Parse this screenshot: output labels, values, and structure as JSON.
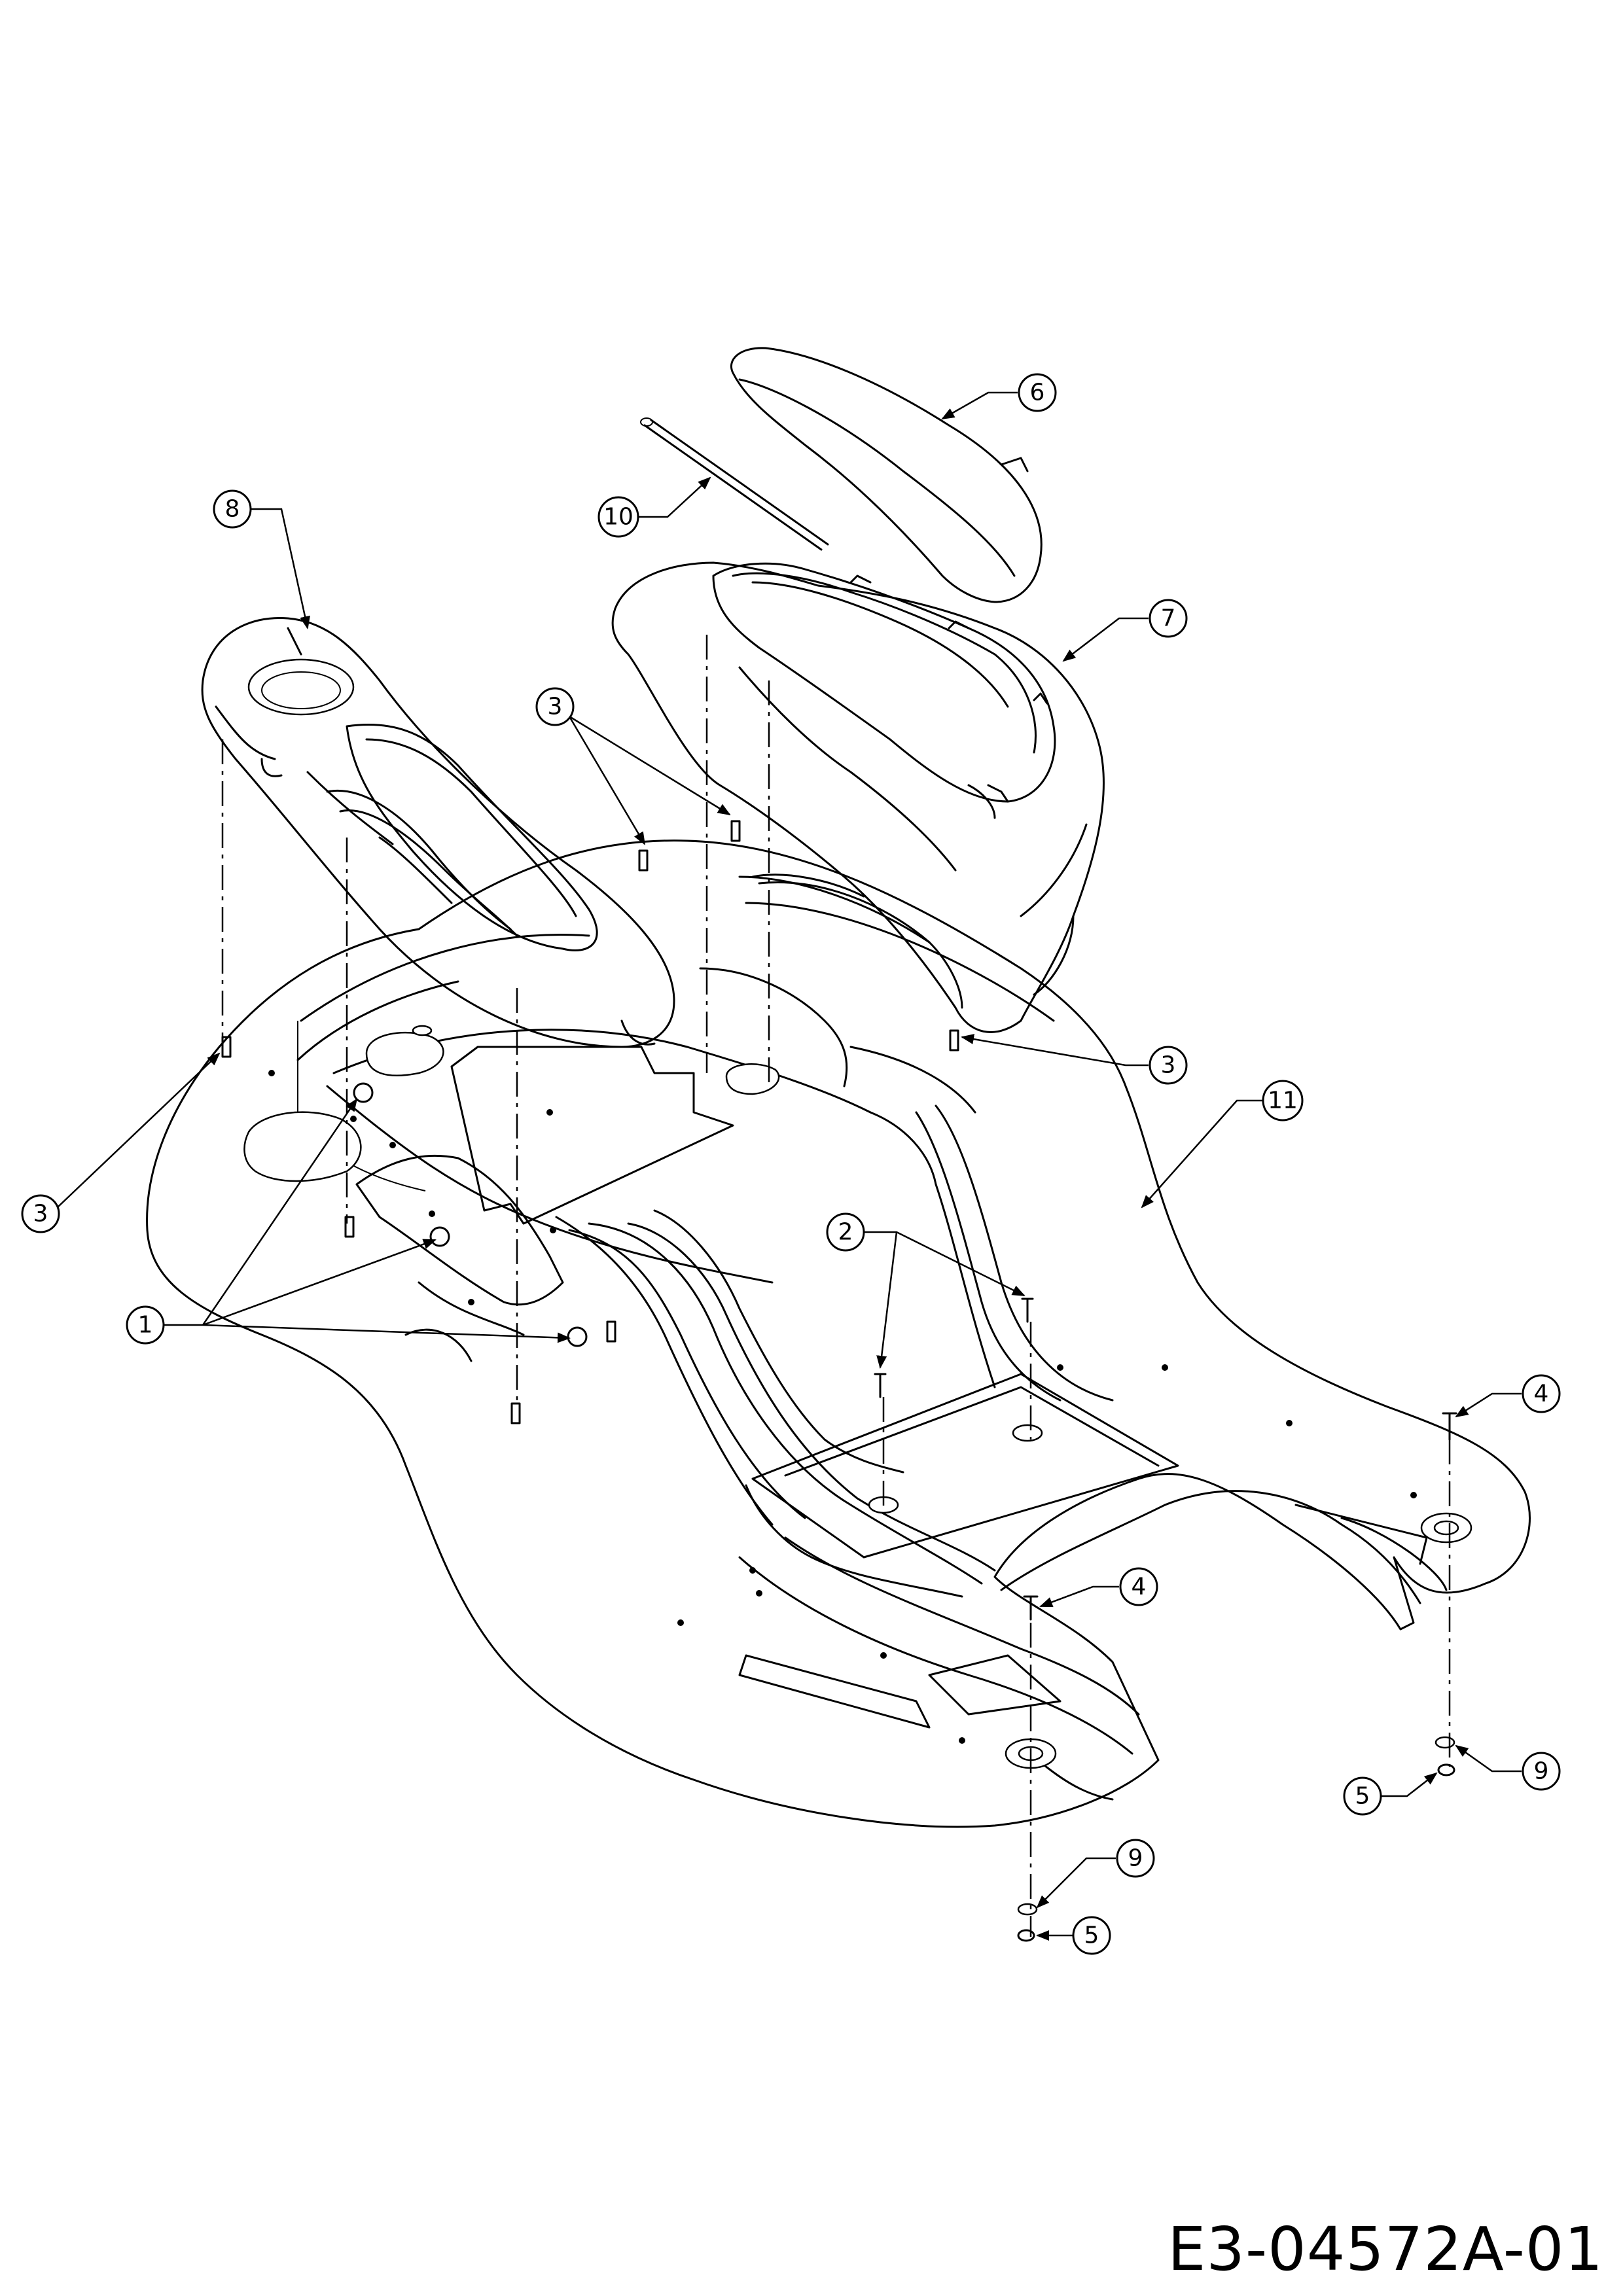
{
  "drawing": {
    "id": "E3-04572A-01"
  },
  "callouts": [
    {
      "label": "1"
    },
    {
      "label": "2"
    },
    {
      "label": "3"
    },
    {
      "label": "3"
    },
    {
      "label": "3"
    },
    {
      "label": "4"
    },
    {
      "label": "4"
    },
    {
      "label": "5"
    },
    {
      "label": "5"
    },
    {
      "label": "6"
    },
    {
      "label": "7"
    },
    {
      "label": "8"
    },
    {
      "label": "9"
    },
    {
      "label": "9"
    },
    {
      "label": "10"
    },
    {
      "label": "11"
    }
  ]
}
